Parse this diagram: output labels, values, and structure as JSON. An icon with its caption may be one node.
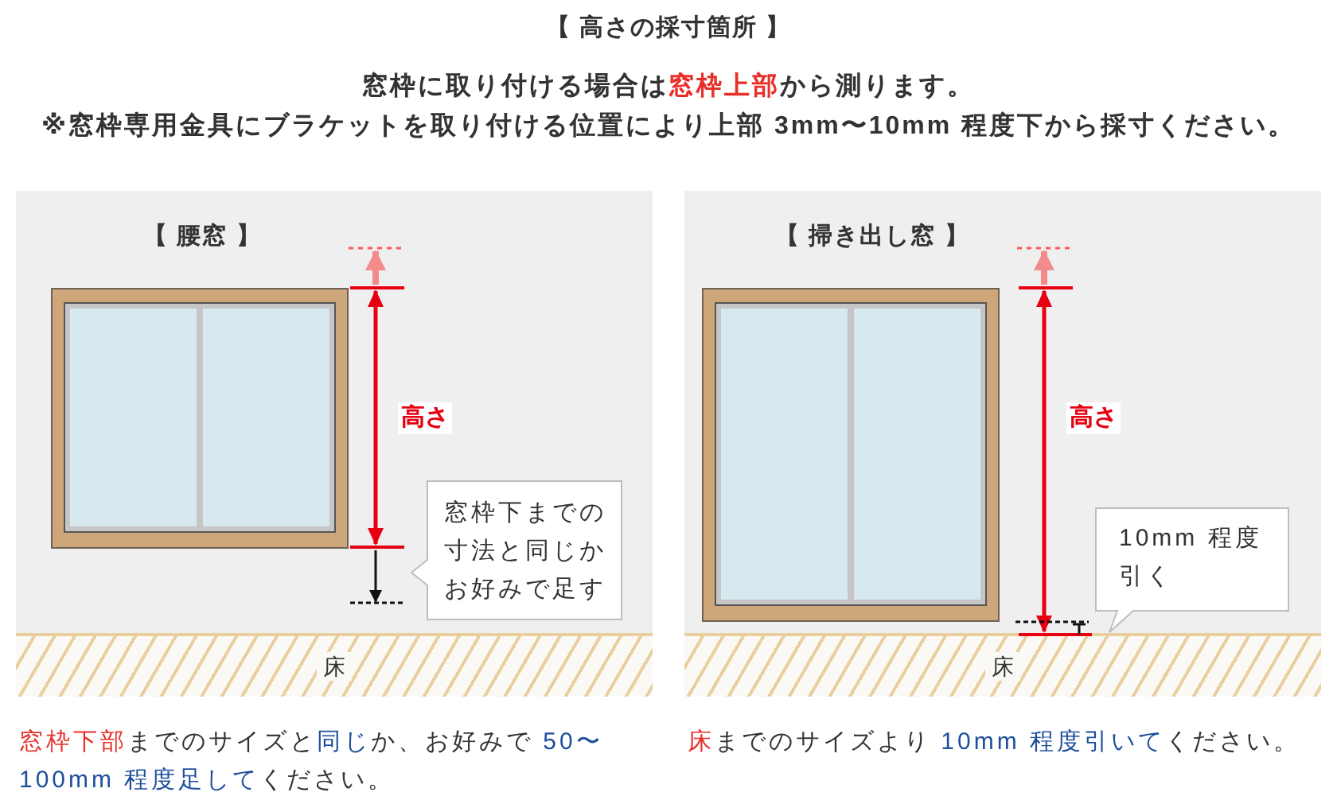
{
  "diagram": {
    "title": "【 高さの採寸箇所 】",
    "nodes": [
      {
        "text": [
          "【 腰窓 】"
        ],
        "beside": [
          "**窓枠下部**までのサイズと**同じ**か、お好みで **50〜100mm 程度足して**ください。"
        ]
      },
      {
        "text": [
          "窓枠下までの寸法と同じかお好みで足す"
        ],
        "in": 0
      },
      {
        "text": [
          "床"
        ],
        "in": 0
      },
      {
        "text": [
          "【 掃き出し窓 】"
        ],
        "beside": [
          "**床**までのサイズより **10mm 程度引いて**ください。"
        ]
      },
      {
        "text": [
          "10mm 程度引く"
        ],
        "in": 3
      },
      {
        "text": [
          "床"
        ],
        "in": 3
      }
    ],
    "labels": [
      "窓枠に取り付ける場合は**窓枠上部**から測ります。",
      "※窓枠専用金具にブラケットを取り付ける位置により上部 3mm〜10mm 程度下から採寸ください。",
      "高さ",
      "高さ"
    ]
  }
}
